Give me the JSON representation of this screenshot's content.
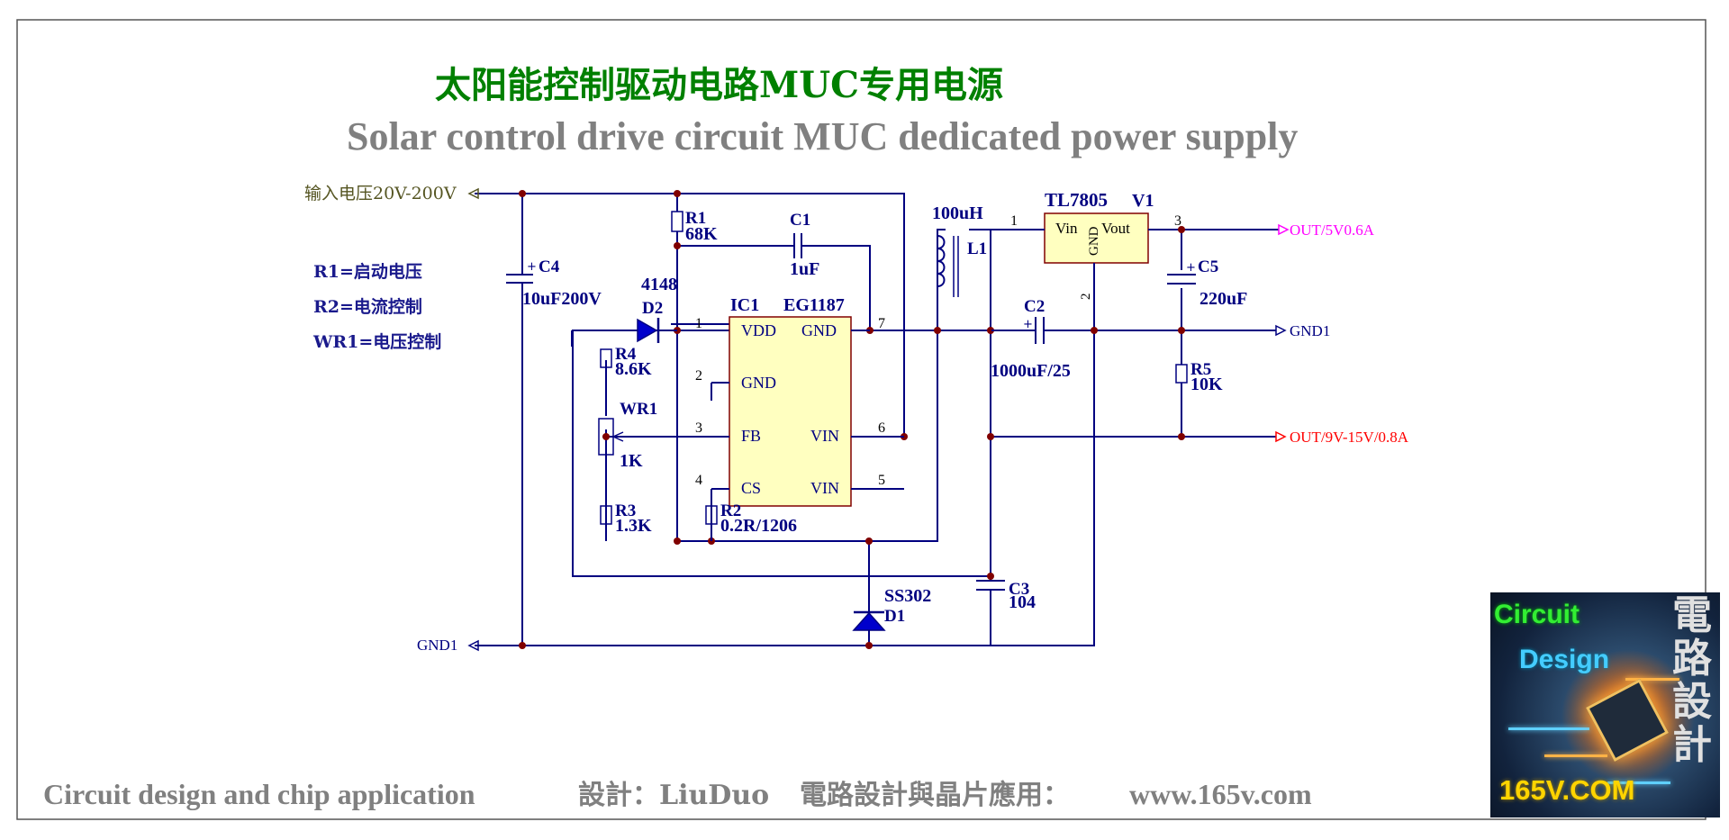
{
  "title": {
    "cn": "太阳能控制驱动电路MUC专用电源",
    "en": "Solar control drive circuit MUC dedicated power supply"
  },
  "notes": [
    "R1=启动电压",
    "R2=电流控制",
    "WR1=电压控制"
  ],
  "ports": {
    "input": "输入电压20V-200V",
    "gnd_left": "GND1",
    "out_5v": "OUT/5V0.6A",
    "gnd_right": "GND1",
    "out_9v": "OUT/9V-15V/0.8A"
  },
  "ic": {
    "ref": "IC1",
    "part": "EG1187",
    "pins": {
      "vdd": "VDD",
      "gnd_top": "GND",
      "gnd": "GND",
      "fb": "FB",
      "cs": "CS",
      "vin6": "VIN",
      "vin5": "VIN",
      "n1": "1",
      "n2": "2",
      "n3": "3",
      "n4": "4",
      "n5": "5",
      "n6": "6",
      "n7": "7"
    }
  },
  "regulator": {
    "part": "TL7805",
    "ref": "V1",
    "vin": "Vin",
    "gnd": "GND",
    "vout": "Vout",
    "n1": "1",
    "n2": "2",
    "n3": "3"
  },
  "components": {
    "r1_ref": "R1",
    "r1_val": "68K",
    "c1_ref": "C1",
    "c1_val": "1uF",
    "c4_ref": "C4",
    "c4_val": "10uF200V",
    "d2_part": "4148",
    "d2_ref": "D2",
    "r4_ref": "R4",
    "r4_val": "8.6K",
    "wr1_ref": "WR1",
    "wr1_val": "1K",
    "r3_ref": "R3",
    "r3_val": "1.3K",
    "r2_ref": "R2",
    "r2_val": "0.2R/1206",
    "l1_val": "100uH",
    "l1_ref": "L1",
    "c2_ref": "C2",
    "c2_val": "1000uF/25",
    "c5_ref": "C5",
    "c5_val": "220uF",
    "r5_ref": "R5",
    "r5_val": "10K",
    "d1_part": "SS302",
    "d1_ref": "D1",
    "c3_ref": "C3",
    "c3_val": "104"
  },
  "footer": {
    "left": "Circuit design and chip application",
    "designer": "設計：LiuDuo",
    "site_label": "電路設計與晶片應用：",
    "url": "www.165v.com"
  },
  "logo": {
    "circuit": "Circuit",
    "design": "Design",
    "cn": [
      "電",
      "路",
      "設",
      "計"
    ],
    "url": "165V.COM"
  },
  "colors": {
    "wire": "#000080",
    "junction": "#800000",
    "component": "#0000aa",
    "label": "#1a1a8c",
    "title_cn": "#008000",
    "title_en": "#808080",
    "ic_fill": "#ffffc0",
    "ic_border": "#800000",
    "out5v": "#ff00ff",
    "out9v": "#ff0000",
    "input_label": "#555522",
    "footer": "#808080"
  }
}
